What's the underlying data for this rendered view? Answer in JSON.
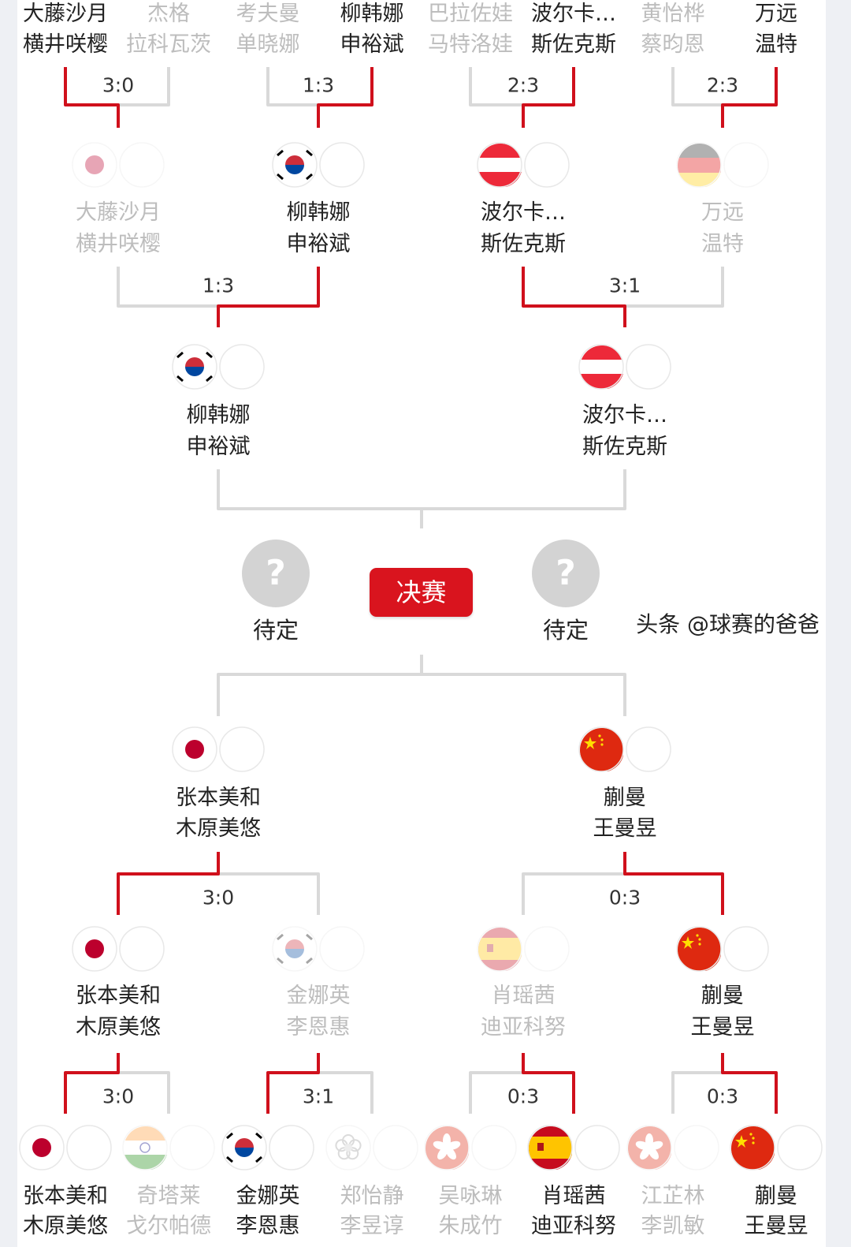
{
  "colors": {
    "winner_line": "#d0101c",
    "loser_line": "#d9d9d9",
    "winner_text": "#222222",
    "loser_text": "#bdbdbd",
    "final_button": "#d9141e"
  },
  "top": {
    "level1": [
      {
        "names": [
          "大藤沙月",
          "横井咲樱"
        ],
        "advanced": true
      },
      {
        "names": [
          "杰格",
          "拉科瓦茨"
        ],
        "advanced": false
      },
      {
        "names": [
          "考夫曼",
          "单晓娜"
        ],
        "advanced": false
      },
      {
        "names": [
          "柳韩娜",
          "申裕斌"
        ],
        "advanced": true
      },
      {
        "names": [
          "巴拉佐娃",
          "马特洛娃"
        ],
        "advanced": false
      },
      {
        "names": [
          "波尔卡…",
          "斯佐克斯"
        ],
        "advanced": true
      },
      {
        "names": [
          "黄怡桦",
          "蔡昀恩"
        ],
        "advanced": false
      },
      {
        "names": [
          "万远",
          "温特"
        ],
        "advanced": true
      }
    ],
    "level1_scores": [
      "3:0",
      "1:3",
      "2:3",
      "2:3"
    ],
    "level2": [
      {
        "names": [
          "大藤沙月",
          "横井咲樱"
        ],
        "flags": [
          "japan",
          "japan"
        ],
        "advanced": false
      },
      {
        "names": [
          "柳韩娜",
          "申裕斌"
        ],
        "flags": [
          "korea",
          "korea"
        ],
        "advanced": true
      },
      {
        "names": [
          "波尔卡…",
          "斯佐克斯"
        ],
        "flags": [
          "austria",
          "romania"
        ],
        "advanced": true
      },
      {
        "names": [
          "万远",
          "温特"
        ],
        "flags": [
          "germany",
          "germany"
        ],
        "advanced": false
      }
    ],
    "level2_scores": [
      "1:3",
      "3:1"
    ],
    "level3": [
      {
        "names": [
          "柳韩娜",
          "申裕斌"
        ],
        "flags": [
          "korea",
          "korea"
        ],
        "advanced": true
      },
      {
        "names": [
          "波尔卡…",
          "斯佐克斯"
        ],
        "flags": [
          "austria",
          "romania"
        ],
        "advanced": true
      }
    ]
  },
  "final": {
    "label": "决赛",
    "slots": [
      {
        "mark": "?",
        "label": "待定"
      },
      {
        "mark": "?",
        "label": "待定"
      }
    ]
  },
  "bottom": {
    "level3": [
      {
        "names": [
          "张本美和",
          "木原美悠"
        ],
        "flags": [
          "japan",
          "japan"
        ],
        "advanced": true
      },
      {
        "names": [
          "蒯曼",
          "王曼昱"
        ],
        "flags": [
          "china",
          "china"
        ],
        "advanced": true
      }
    ],
    "level2_scores": [
      "3:0",
      "0:3"
    ],
    "level2": [
      {
        "names": [
          "张本美和",
          "木原美悠"
        ],
        "flags": [
          "japan",
          "japan"
        ],
        "advanced": true
      },
      {
        "names": [
          "金娜英",
          "李恩惠"
        ],
        "flags": [
          "korea",
          "korea"
        ],
        "advanced": false
      },
      {
        "names": [
          "肖瑶茜",
          "迪亚科努"
        ],
        "flags": [
          "spain",
          "romania"
        ],
        "advanced": false
      },
      {
        "names": [
          "蒯曼",
          "王曼昱"
        ],
        "flags": [
          "china",
          "china"
        ],
        "advanced": true
      }
    ],
    "level1_scores": [
      "3:0",
      "3:1",
      "0:3",
      "0:3"
    ],
    "level1": [
      {
        "names": [
          "张本美和",
          "木原美悠"
        ],
        "flags": [
          "japan",
          "japan"
        ],
        "advanced": true
      },
      {
        "names": [
          "奇塔莱",
          "戈尔帕德"
        ],
        "flags": [
          "india",
          "india"
        ],
        "advanced": false
      },
      {
        "names": [
          "金娜英",
          "李恩惠"
        ],
        "flags": [
          "korea",
          "korea"
        ],
        "advanced": true
      },
      {
        "names": [
          "郑怡静",
          "李昱谆"
        ],
        "flags": [
          "chinese-taipei",
          "chinese-taipei"
        ],
        "advanced": false
      },
      {
        "names": [
          "吴咏琳",
          "朱成竹"
        ],
        "flags": [
          "hong-kong",
          "hong-kong"
        ],
        "advanced": false
      },
      {
        "names": [
          "肖瑶茜",
          "迪亚科努"
        ],
        "flags": [
          "spain",
          "romania"
        ],
        "advanced": true
      },
      {
        "names": [
          "江芷林",
          "李凯敏"
        ],
        "flags": [
          "hong-kong",
          "hong-kong"
        ],
        "advanced": false
      },
      {
        "names": [
          "蒯曼",
          "王曼昱"
        ],
        "flags": [
          "china",
          "china"
        ],
        "advanced": true
      }
    ]
  },
  "watermark": "头条 @球赛的爸爸"
}
